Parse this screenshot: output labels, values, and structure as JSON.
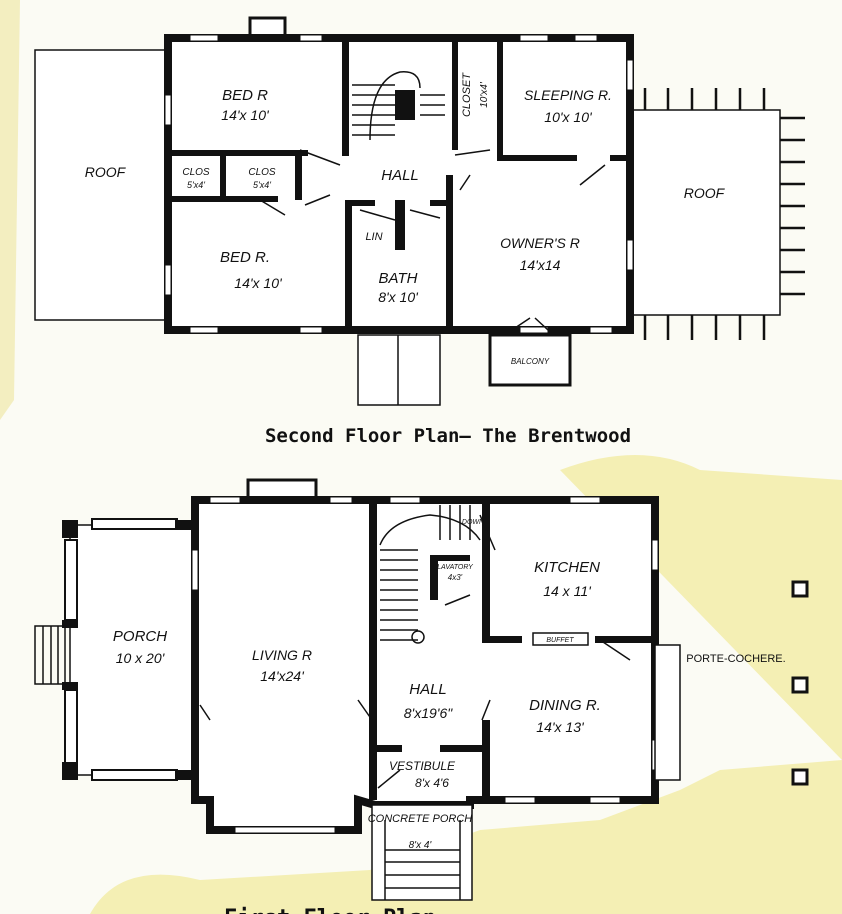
{
  "second_floor": {
    "caption": "Second Floor Plan— The Brentwood",
    "rooms": [
      {
        "name": "BED R",
        "size": "14'x 10'"
      },
      {
        "name": "BED R.",
        "size": "14'x 10'"
      },
      {
        "name": "CLOS",
        "size": "5'x4'"
      },
      {
        "name": "CLOS",
        "size": "5'x4'"
      },
      {
        "name": "HALL",
        "size": ""
      },
      {
        "name": "LIN",
        "size": ""
      },
      {
        "name": "BATH",
        "size": "8'x 10'"
      },
      {
        "name": "CLOSET",
        "size": "10'x4'"
      },
      {
        "name": "SLEEPING R.",
        "size": "10'x 10'"
      },
      {
        "name": "OWNER'S R",
        "size": "14'x14"
      },
      {
        "name": "BALCONY",
        "size": ""
      },
      {
        "name": "ROOF",
        "size": ""
      },
      {
        "name": "ROOF",
        "size": ""
      }
    ]
  },
  "first_floor": {
    "caption": "First Floor Plan",
    "rooms": [
      {
        "name": "PORCH",
        "size": "10 x 20'"
      },
      {
        "name": "LIVING R",
        "size": "14'x24'"
      },
      {
        "name": "HALL",
        "size": "8'x19'6\""
      },
      {
        "name": "KITCHEN",
        "size": "14 x 11'"
      },
      {
        "name": "DINING R.",
        "size": "14'x 13'"
      },
      {
        "name": "VESTIBULE",
        "size": "8'x 4'6"
      },
      {
        "name": "CONCRETE PORCH",
        "size": "8'x 4'"
      },
      {
        "name": "LAVATORY",
        "size": "4x3'"
      },
      {
        "name": "BUFFET",
        "size": ""
      },
      {
        "name": "DOWN",
        "size": ""
      },
      {
        "name": "PORTE-COCHERE.",
        "size": ""
      }
    ]
  }
}
